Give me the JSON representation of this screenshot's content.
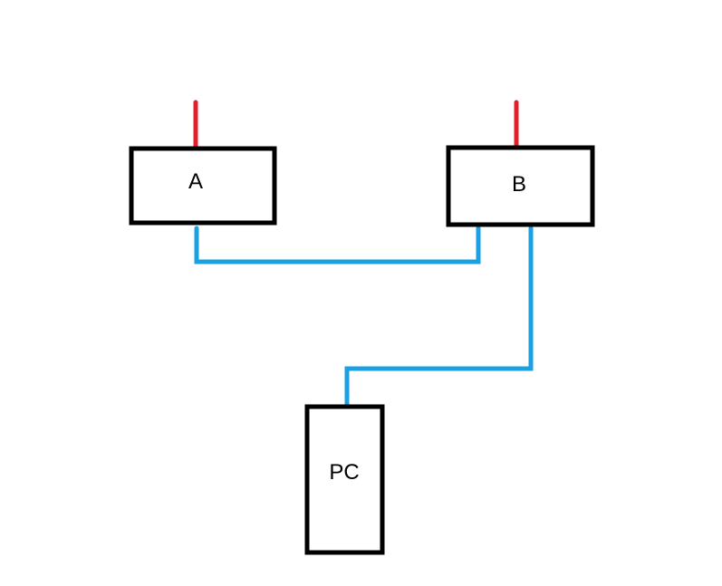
{
  "diagram": {
    "nodes": [
      {
        "id": "A",
        "label": "A"
      },
      {
        "id": "B",
        "label": "B"
      },
      {
        "id": "PC",
        "label": "PC"
      }
    ],
    "edges": [
      {
        "from": "A",
        "to": "B",
        "type": "network",
        "color": "#1ba1e2"
      },
      {
        "from": "B",
        "to": "PC",
        "type": "network",
        "color": "#1ba1e2"
      }
    ],
    "power_leads": [
      {
        "node": "A",
        "color": "#e0202a"
      },
      {
        "node": "B",
        "color": "#e0202a"
      }
    ],
    "colors": {
      "box_stroke": "#000000",
      "network_wire": "#1ba1e2",
      "power_wire": "#e0202a",
      "background": "#ffffff"
    }
  }
}
